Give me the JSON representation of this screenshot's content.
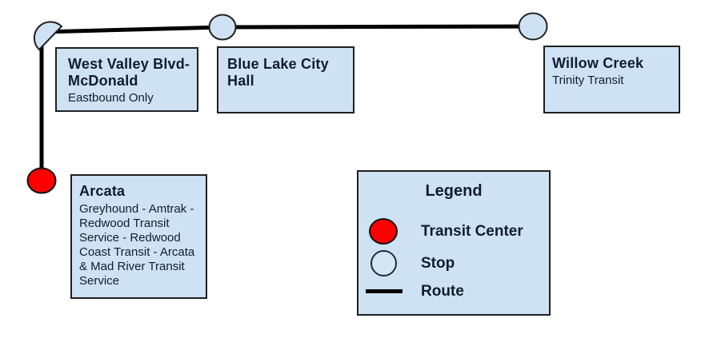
{
  "boxes": {
    "west_valley": {
      "title": "West Valley Blvd-\nMcDonald",
      "subtitle": "Eastbound Only"
    },
    "blue_lake": {
      "title": "Blue Lake City\nHall"
    },
    "willow_creek": {
      "title": "Willow Creek",
      "subtitle": "Trinity Transit"
    },
    "arcata": {
      "title": "Arcata",
      "subtitle": "Greyhound - Amtrak - Redwood Transit Service - Redwood Coast Transit - Arcata & Mad River Transit Service"
    }
  },
  "legend": {
    "title": "Legend",
    "items": [
      {
        "label": "Transit Center",
        "symbol": "transit-center-circle"
      },
      {
        "label": "Stop",
        "symbol": "stop-circle"
      },
      {
        "label": "Route",
        "symbol": "route-line"
      }
    ]
  },
  "colors": {
    "transit_center": "#ff0000",
    "stop_fill": "#cfe2f3",
    "box_fill": "#cfe2f3",
    "box_border": "#1f1f1f",
    "route": "#000000",
    "text": "#0f1d30"
  }
}
